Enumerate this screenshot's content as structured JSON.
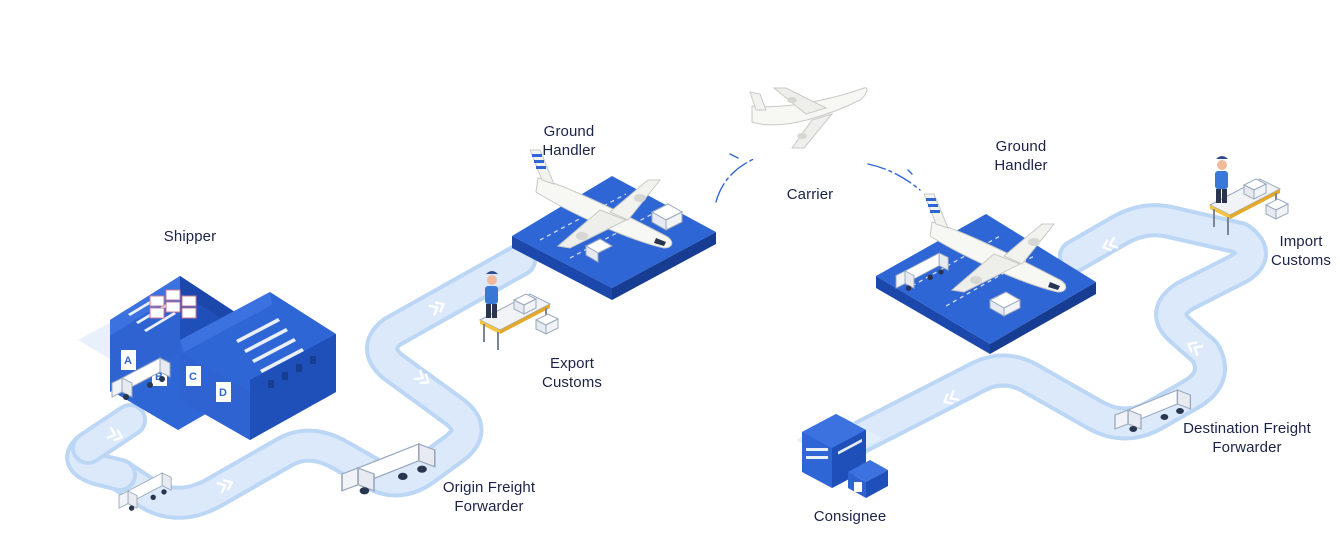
{
  "diagram": {
    "nodes": {
      "shipper": {
        "lines": [
          "Shipper"
        ]
      },
      "origin_ff": {
        "lines": [
          "Origin Freight",
          "Forwarder"
        ]
      },
      "export": {
        "lines": [
          "Export",
          "Customs"
        ]
      },
      "gh_origin": {
        "lines": [
          "Ground",
          "Handler"
        ]
      },
      "carrier": {
        "lines": [
          "Carrier"
        ]
      },
      "gh_dest": {
        "lines": [
          "Ground",
          "Handler"
        ]
      },
      "import": {
        "lines": [
          "Import",
          "Customs"
        ]
      },
      "dest_ff": {
        "lines": [
          "Destination Freight",
          "Forwarder"
        ]
      },
      "consignee": {
        "lines": [
          "Consignee"
        ]
      }
    },
    "flow": [
      "Shipper",
      "Origin Freight Forwarder",
      "Export Customs",
      "Ground Handler",
      "Carrier",
      "Ground Handler",
      "Import Customs",
      "Destination Freight Forwarder",
      "Consignee"
    ],
    "colors": {
      "road": "#dbe9fb",
      "road_edge": "#bcd6f5",
      "primary_blue": "#2f66d6",
      "dark_blue": "#1c48ab",
      "deep_blue": "#163d92",
      "aircraft_white": "#f7f7f4",
      "aircraft_shadow": "#d6d7d3",
      "label": "#1b2347"
    },
    "icons": [
      "warehouse-icon",
      "truck-icon",
      "customs-officer-icon",
      "aircraft-icon",
      "apron-platform-icon",
      "office-building-icon",
      "chevron-arrow-icon"
    ]
  }
}
